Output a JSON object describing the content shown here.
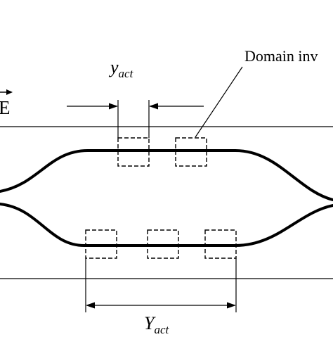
{
  "diagram": {
    "callout_label": "Domain inv",
    "field_vector_label": "E",
    "small_dimension": {
      "main": "y",
      "subscript": "act"
    },
    "large_dimension": {
      "main": "Y",
      "subscript": "act"
    }
  },
  "colors": {
    "stroke": "#000000",
    "background": "#ffffff"
  }
}
